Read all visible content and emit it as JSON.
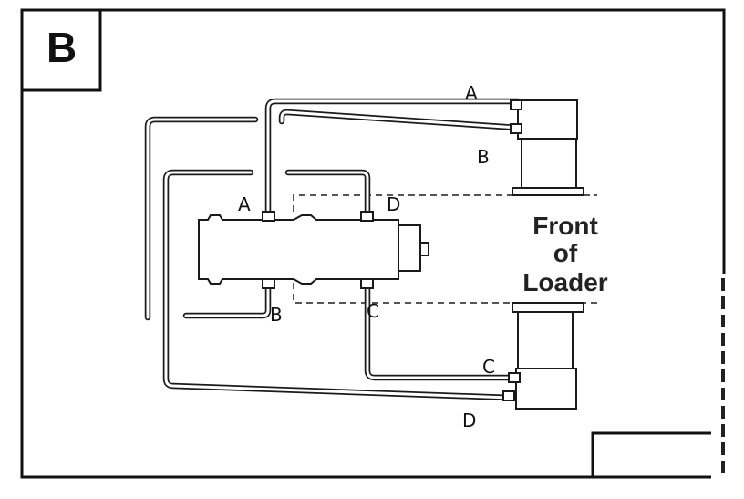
{
  "panel": {
    "letter": "B"
  },
  "front_label": {
    "line1": "Front",
    "line2": "of",
    "line3": "Loader"
  },
  "port_labels": {
    "valve_a": "A",
    "valve_b": "B",
    "valve_c": "C",
    "valve_d": "D",
    "upper_cyl_a": "A",
    "upper_cyl_b": "B",
    "lower_cyl_c": "C",
    "lower_cyl_d": "D"
  },
  "colors": {
    "line": "#1a1a1a",
    "background": "#ffffff"
  }
}
